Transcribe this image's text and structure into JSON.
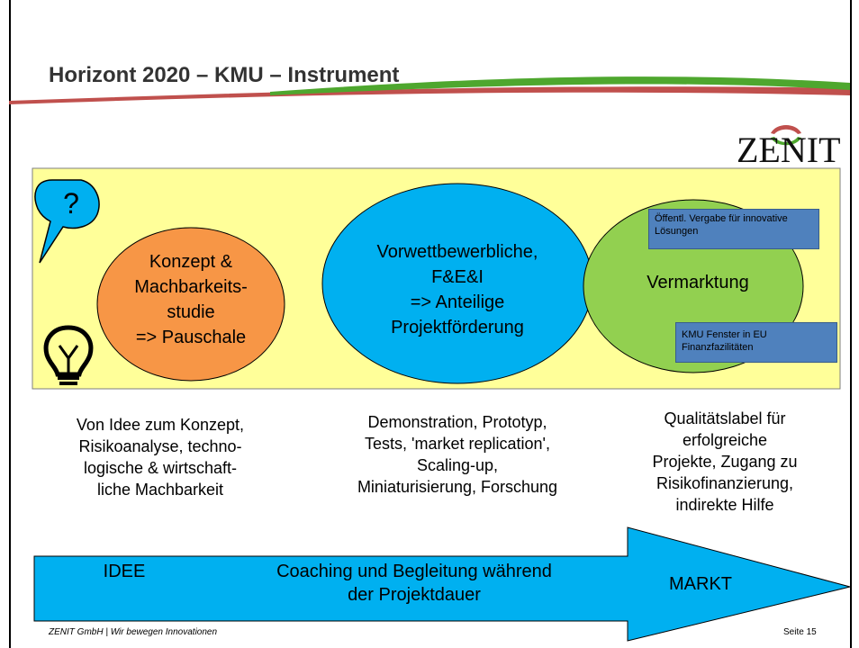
{
  "slide": {
    "title": "Horizont 2020 – KMU – Instrument",
    "logo_text": "ZENIT",
    "phases": [
      {
        "label": "Konzept &\nMachbarkeits-\nstudie\n=> Pauschale",
        "color": "#f79646"
      },
      {
        "label": "Vorwettbewerbliche,\nF&E&I\n=> Anteilige\nProjektförderung",
        "color": "#00b0f0"
      },
      {
        "label": "Vermarktung",
        "color": "#92d050"
      }
    ],
    "notes": [
      "Öffentl. Vergabe für innovative Lösungen",
      "KMU Fenster in EU Finanzfazilitäten"
    ],
    "question_mark": "?",
    "descriptions": [
      "Von Idee zum Konzept,\nRisikoanalyse, techno-\nlogische & wirtschaft-\nliche Machbarkeit",
      "Demonstration, Prototyp,\nTests, 'market replication',\nScaling-up,\nMiniaturisierung, Forschung",
      "Qualitätslabel für\nerfolgreiche\nProjekte, Zugang zu\nRisikofinanzierung,\nindirekte Hilfe"
    ],
    "arrow": {
      "start_label": "IDEE",
      "middle_label": "Coaching und Begleitung während\nder Projektdauer",
      "end_label": "MARKT"
    },
    "footer": {
      "left": "ZENIT GmbH | Wir bewegen Innovationen",
      "right": "Seite 15"
    },
    "colors": {
      "panel": "#ffff99",
      "arrow": "#00b0f0",
      "swoosh_red": "#c0504d",
      "swoosh_green": "#4ea72e"
    }
  }
}
